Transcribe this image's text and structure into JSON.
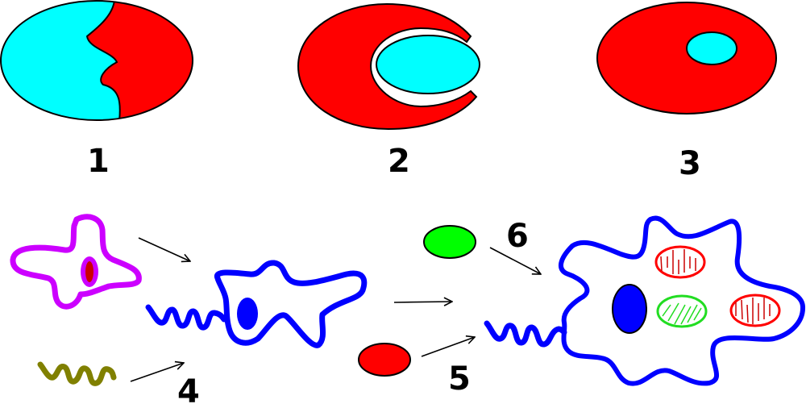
{
  "diagram": {
    "top_row": [
      {
        "label": "1",
        "description": "cell split cyan/red with jagged boundary"
      },
      {
        "label": "2",
        "description": "red crescent engulfing cyan oval"
      },
      {
        "label": "3",
        "description": "red oval containing small cyan oval"
      }
    ],
    "bottom_row": {
      "labels": {
        "four": "4",
        "five": "5",
        "six": "6"
      },
      "elements": [
        "magenta amoeboid cell with dark red nucleus",
        "olive flagellum",
        "blue amoeboid cell with flagellum and nucleus",
        "red oval (mitochondrion precursor)",
        "green oval (chloroplast precursor)",
        "blue eukaryotic cell with nucleus, two mitochondria and one chloroplast"
      ]
    },
    "colors": {
      "cyan": "#00ffff",
      "red": "#ff0000",
      "blue": "#0000ff",
      "magenta": "#cc00ff",
      "dark_red": "#cc0000",
      "olive": "#808000",
      "green": "#00ff00",
      "green_outline": "#22dd22",
      "black": "#000000"
    }
  }
}
